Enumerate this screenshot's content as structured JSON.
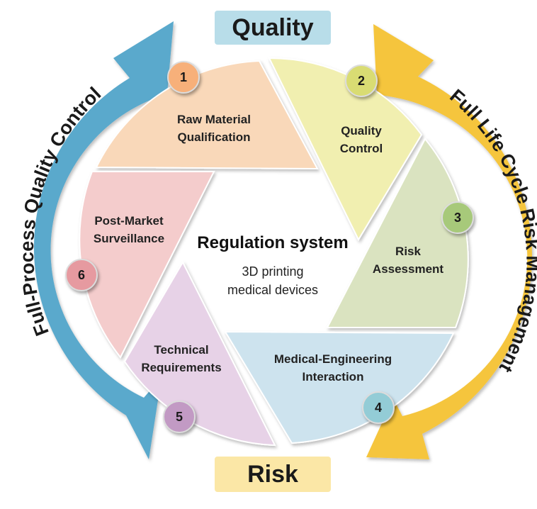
{
  "top_label": "Quality",
  "bottom_label": "Risk",
  "left_arrow_label": "Full-Process Quality Control",
  "right_arrow_label": "Full Life Cycle Risk Management",
  "center": {
    "title": "Regulation system",
    "subtitle_line1": "3D printing",
    "subtitle_line2": "medical devices"
  },
  "segments": [
    {
      "number": "1",
      "line1": "Raw Material",
      "line2": "Qualification",
      "color": "#f9d8b9",
      "badge_color": "#f7b07a"
    },
    {
      "number": "2",
      "line1": "Quality",
      "line2": "Control",
      "color": "#f1efb0",
      "badge_color": "#d9dc73"
    },
    {
      "number": "3",
      "line1": "Risk",
      "line2": "Assessment",
      "color": "#dae3c0",
      "badge_color": "#a7c97a"
    },
    {
      "number": "4",
      "line1": "Medical-Engineering",
      "line2": "Interaction",
      "color": "#cde3ee",
      "badge_color": "#93ccd6"
    },
    {
      "number": "5",
      "line1": "Technical",
      "line2": "Requirements",
      "color": "#e7d2e7",
      "badge_color": "#c29ac4"
    },
    {
      "number": "6",
      "line1": "Post-Market",
      "line2": "Surveillance",
      "color": "#f4cccc",
      "badge_color": "#e69aa0"
    }
  ],
  "colors": {
    "left_arrow": "#5aa9cc",
    "right_arrow": "#f5c53d",
    "quality_box": "#b8dde9",
    "risk_box": "#fbe7a6"
  }
}
